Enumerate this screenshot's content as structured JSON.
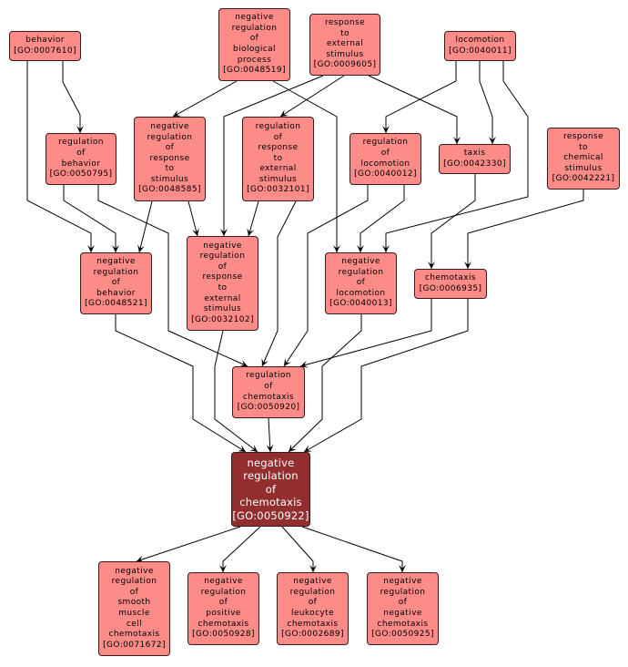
{
  "diagram": {
    "type": "GO term hierarchy",
    "colors": {
      "node_fill": "#fd8b87",
      "focus_fill": "#922e2e",
      "focus_text": "#ffffff",
      "edge": "#000000"
    },
    "nodes": [
      {
        "id": "GO:0007610",
        "label": [
          "behavior"
        ],
        "go_id": "[GO:0007610]"
      },
      {
        "id": "GO:0048519",
        "label": [
          "negative",
          "regulation",
          "of",
          "biological",
          "process"
        ],
        "go_id": "[GO:0048519]"
      },
      {
        "id": "GO:0009605",
        "label": [
          "response",
          "to",
          "external",
          "stimulus"
        ],
        "go_id": "[GO:0009605]"
      },
      {
        "id": "GO:0040011",
        "label": [
          "locomotion"
        ],
        "go_id": "[GO:0040011]"
      },
      {
        "id": "GO:0050795",
        "label": [
          "regulation",
          "of",
          "behavior"
        ],
        "go_id": "[GO:0050795]"
      },
      {
        "id": "GO:0048585",
        "label": [
          "negative",
          "regulation",
          "of",
          "response",
          "to",
          "stimulus"
        ],
        "go_id": "[GO:0048585]"
      },
      {
        "id": "GO:0032101",
        "label": [
          "regulation",
          "of",
          "response",
          "to",
          "external",
          "stimulus"
        ],
        "go_id": "[GO:0032101]"
      },
      {
        "id": "GO:0040012",
        "label": [
          "regulation",
          "of",
          "locomotion"
        ],
        "go_id": "[GO:0040012]"
      },
      {
        "id": "GO:0042330",
        "label": [
          "taxis"
        ],
        "go_id": "[GO:0042330]"
      },
      {
        "id": "GO:0042221",
        "label": [
          "response",
          "to",
          "chemical",
          "stimulus"
        ],
        "go_id": "[GO:0042221]"
      },
      {
        "id": "GO:0048521",
        "label": [
          "negative",
          "regulation",
          "of",
          "behavior"
        ],
        "go_id": "[GO:0048521]"
      },
      {
        "id": "GO:0032102",
        "label": [
          "negative",
          "regulation",
          "of",
          "response",
          "to",
          "external",
          "stimulus"
        ],
        "go_id": "[GO:0032102]"
      },
      {
        "id": "GO:0040013",
        "label": [
          "negative",
          "regulation",
          "of",
          "locomotion"
        ],
        "go_id": "[GO:0040013]"
      },
      {
        "id": "GO:0006935",
        "label": [
          "chemotaxis"
        ],
        "go_id": "[GO:0006935]"
      },
      {
        "id": "GO:0050920",
        "label": [
          "regulation",
          "of",
          "chemotaxis"
        ],
        "go_id": "[GO:0050920]"
      },
      {
        "id": "GO:0050922",
        "label": [
          "negative",
          "regulation",
          "of",
          "chemotaxis"
        ],
        "go_id": "[GO:0050922]",
        "focus": true
      },
      {
        "id": "GO:0071672",
        "label": [
          "negative",
          "regulation",
          "of",
          "smooth",
          "muscle",
          "cell",
          "chemotaxis"
        ],
        "go_id": "[GO:0071672]"
      },
      {
        "id": "GO:0050928",
        "label": [
          "negative",
          "regulation",
          "of",
          "positive",
          "chemotaxis"
        ],
        "go_id": "[GO:0050928]"
      },
      {
        "id": "GO:0002689",
        "label": [
          "negative",
          "regulation",
          "of",
          "leukocyte",
          "chemotaxis"
        ],
        "go_id": "[GO:0002689]"
      },
      {
        "id": "GO:0050925",
        "label": [
          "negative",
          "regulation",
          "of",
          "negative",
          "chemotaxis"
        ],
        "go_id": "[GO:0050925]"
      }
    ],
    "edges": [
      {
        "from": "GO:0007610",
        "to": "GO:0050795"
      },
      {
        "from": "GO:0007610",
        "to": "GO:0048521"
      },
      {
        "from": "GO:0048519",
        "to": "GO:0048585"
      },
      {
        "from": "GO:0048519",
        "to": "GO:0040013"
      },
      {
        "from": "GO:0009605",
        "to": "GO:0032101"
      },
      {
        "from": "GO:0009605",
        "to": "GO:0032102"
      },
      {
        "from": "GO:0009605",
        "to": "GO:0042330"
      },
      {
        "from": "GO:0040011",
        "to": "GO:0040012"
      },
      {
        "from": "GO:0040011",
        "to": "GO:0042330"
      },
      {
        "from": "GO:0040011",
        "to": "GO:0040013"
      },
      {
        "from": "GO:0050795",
        "to": "GO:0048521"
      },
      {
        "from": "GO:0050795",
        "to": "GO:0050920"
      },
      {
        "from": "GO:0048585",
        "to": "GO:0048521"
      },
      {
        "from": "GO:0048585",
        "to": "GO:0032102"
      },
      {
        "from": "GO:0032101",
        "to": "GO:0032102"
      },
      {
        "from": "GO:0032101",
        "to": "GO:0050920"
      },
      {
        "from": "GO:0040012",
        "to": "GO:0040013"
      },
      {
        "from": "GO:0040012",
        "to": "GO:0050920"
      },
      {
        "from": "GO:0042330",
        "to": "GO:0006935"
      },
      {
        "from": "GO:0042221",
        "to": "GO:0006935"
      },
      {
        "from": "GO:0048521",
        "to": "GO:0050922"
      },
      {
        "from": "GO:0032102",
        "to": "GO:0050922"
      },
      {
        "from": "GO:0040013",
        "to": "GO:0050922"
      },
      {
        "from": "GO:0006935",
        "to": "GO:0050920"
      },
      {
        "from": "GO:0006935",
        "to": "GO:0050922"
      },
      {
        "from": "GO:0050920",
        "to": "GO:0050922"
      },
      {
        "from": "GO:0050922",
        "to": "GO:0071672"
      },
      {
        "from": "GO:0050922",
        "to": "GO:0050928"
      },
      {
        "from": "GO:0050922",
        "to": "GO:0002689"
      },
      {
        "from": "GO:0050922",
        "to": "GO:0050925"
      }
    ]
  }
}
